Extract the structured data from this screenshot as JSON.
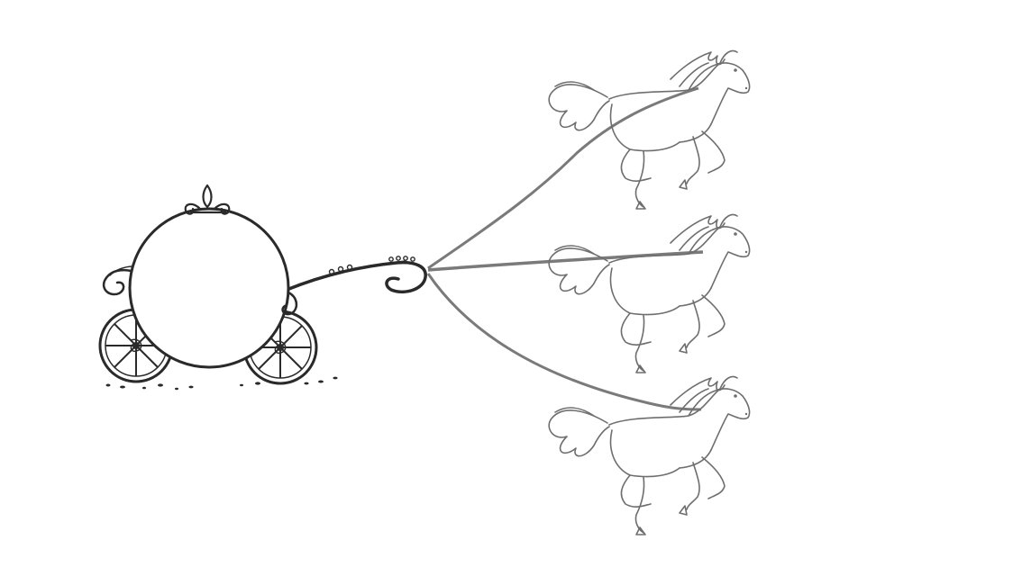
{
  "scene": {
    "subject": "pumpkin-carriage-with-three-horses",
    "horse_count": 3,
    "wheel_count": 2,
    "colors": {
      "background": "#ffffff",
      "carriage_ink": "#2a2a2a",
      "horse_ink": "#6e6e6e",
      "rein": "#7a7a7a"
    },
    "icons": {
      "carriage": "carriage-icon",
      "horse": "horse-icon",
      "wheel": "wheel-icon",
      "rein": "rein-line"
    }
  }
}
